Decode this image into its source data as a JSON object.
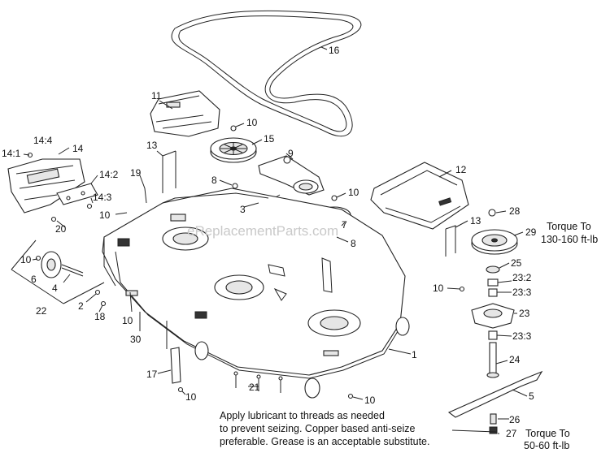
{
  "callouts": {
    "c16": "16",
    "c11": "11",
    "c10a": "10",
    "c15": "15",
    "c9": "9",
    "c13a": "13",
    "c8a": "8",
    "c3": "3",
    "c10b": "10",
    "c7": "7",
    "c8b": "8",
    "c12": "12",
    "c13b": "13",
    "c28": "28",
    "c29": "29",
    "c14_1": "14:1",
    "c14_4": "14:4",
    "c14": "14",
    "c14_2": "14:2",
    "c14_3": "14:3",
    "c19": "19",
    "c10c": "10",
    "c20": "20",
    "c10d": "10",
    "c6": "6",
    "c4": "4",
    "c22": "22",
    "c2": "2",
    "c18": "18",
    "c10e": "10",
    "c30": "30",
    "c25": "25",
    "c23_2": "23:2",
    "c10f": "10",
    "c23_3a": "23:3",
    "c23": "23",
    "c23_3b": "23:3",
    "c24": "24",
    "c1": "1",
    "c5": "5",
    "c26": "26",
    "c27": "27",
    "c17": "17",
    "c10g": "10",
    "c21": "21",
    "c10h": "10"
  },
  "torque_top": {
    "line1": "Torque To",
    "line2": "130-160 ft-lb"
  },
  "torque_bottom": {
    "line1": "Torque To",
    "line2": "50-60 ft-lb"
  },
  "note": {
    "line1": "Apply lubricant to threads as needed",
    "line2": "to prevent seizing. Copper based anti-seize",
    "line3": "preferable. Grease is an acceptable substitute."
  },
  "watermark": "eReplacementParts.com"
}
